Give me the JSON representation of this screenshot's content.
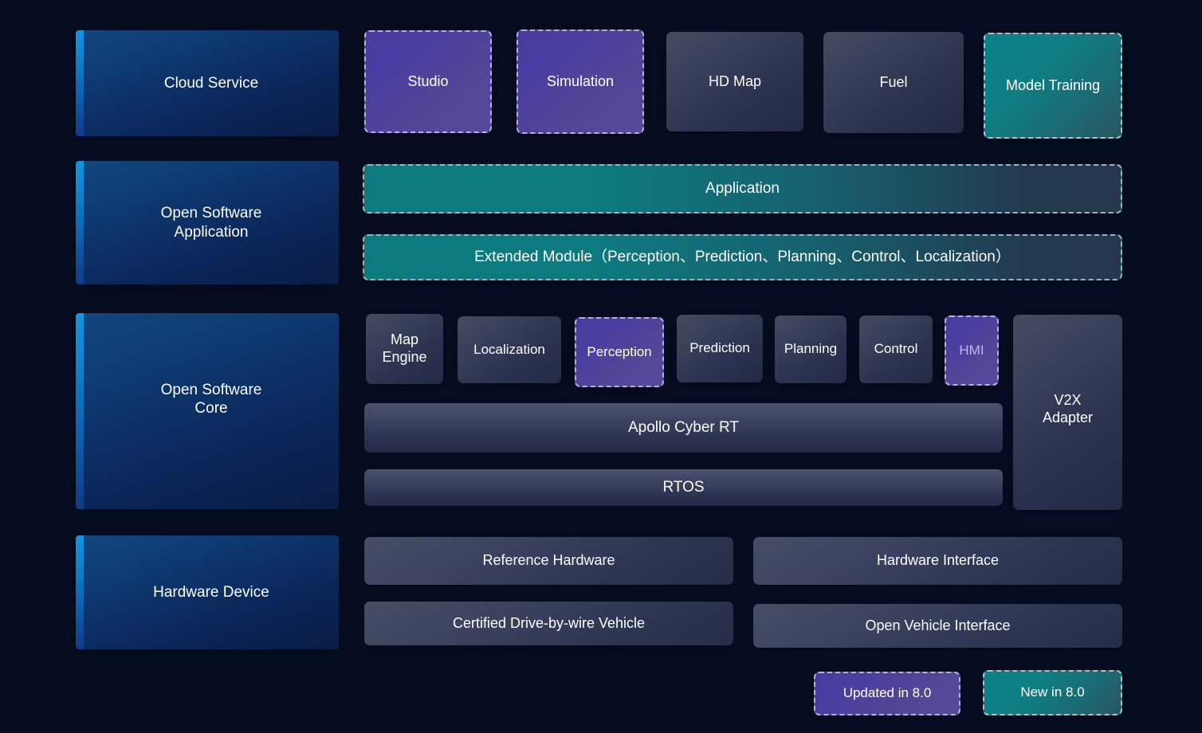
{
  "background_color": "#070d22",
  "legend": {
    "items": [
      {
        "label": "Updated in 8.0",
        "style": "updated",
        "color": "#4b3da2"
      },
      {
        "label": "New in 8.0",
        "style": "new",
        "color": "#0e7f84"
      }
    ]
  },
  "categories": [
    {
      "label": "Cloud Service"
    },
    {
      "label": "Open Software\nApplication"
    },
    {
      "label": "Open Software\nCore"
    },
    {
      "label": "Hardware Device"
    }
  ],
  "rows": {
    "cloud_service": {
      "cards": [
        {
          "label": "Studio",
          "style": "updated"
        },
        {
          "label": "Simulation",
          "style": "updated"
        },
        {
          "label": "HD Map",
          "style": "slate"
        },
        {
          "label": "Fuel",
          "style": "slate"
        },
        {
          "label": "Model Training",
          "style": "new"
        }
      ]
    },
    "open_software_application": {
      "bars": [
        {
          "label": "Application",
          "style": "teal"
        },
        {
          "label": "Extended Module（Perception、Prediction、Planning、Control、Localization）",
          "style": "teal"
        }
      ]
    },
    "open_software_core": {
      "modules": [
        {
          "label": "Map\nEngine",
          "style": "slate"
        },
        {
          "label": "Localization",
          "style": "slate"
        },
        {
          "label": "Perception",
          "style": "updated"
        },
        {
          "label": "Prediction",
          "style": "slate"
        },
        {
          "label": "Planning",
          "style": "slate"
        },
        {
          "label": "Control",
          "style": "slate"
        },
        {
          "label": "HMI",
          "style": "updated"
        }
      ],
      "stack": [
        {
          "label": "Apollo Cyber RT",
          "style": "slate"
        },
        {
          "label": "RTOS",
          "style": "slate"
        }
      ],
      "side": {
        "label": "V2X\nAdapter",
        "style": "slate"
      }
    },
    "hardware_device": {
      "cards": [
        {
          "label": "Reference Hardware",
          "style": "slate"
        },
        {
          "label": "Hardware Interface",
          "style": "slate"
        },
        {
          "label": "Certified Drive-by-wire Vehicle",
          "style": "slate"
        },
        {
          "label": "Open Vehicle Interface",
          "style": "slate"
        }
      ]
    }
  }
}
